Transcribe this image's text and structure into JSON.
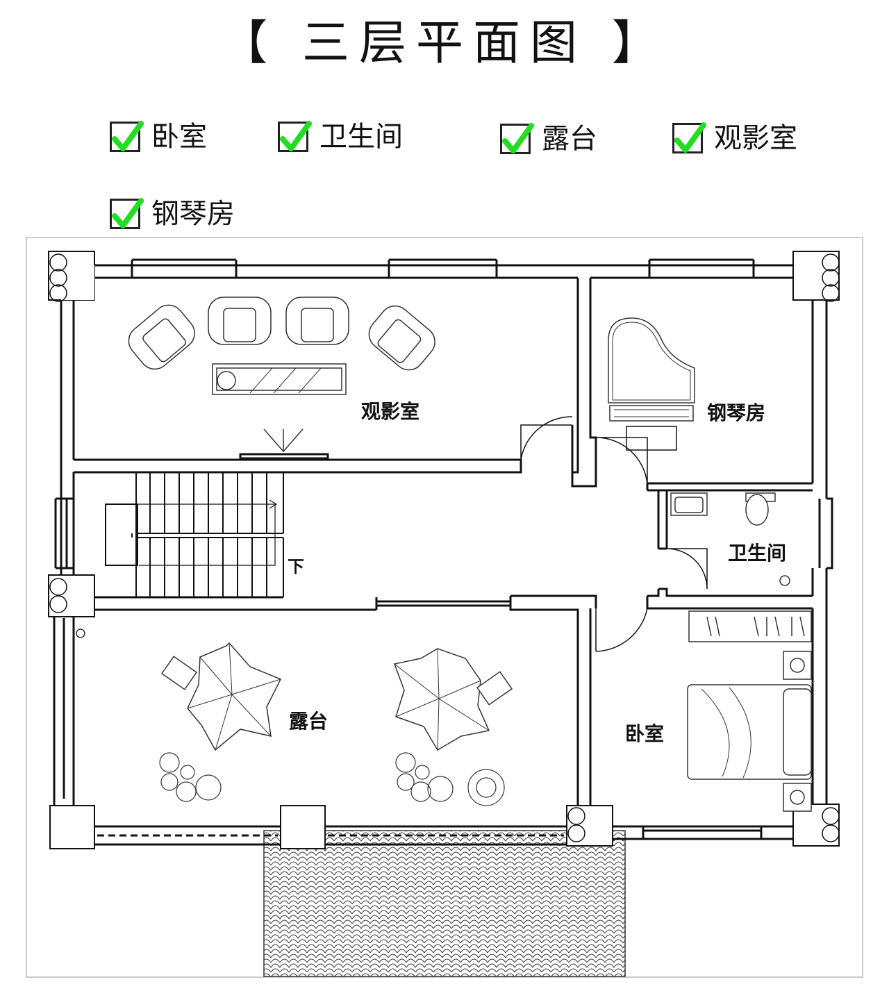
{
  "title": "【  三层平面图  】",
  "legend": [
    {
      "label": "卧室"
    },
    {
      "label": "卫生间"
    },
    {
      "label": "露台"
    },
    {
      "label": "观影室"
    },
    {
      "label": "钢琴房"
    }
  ],
  "rooms": {
    "theater": "观影室",
    "piano": "钢琴房",
    "bathroom": "卫生间",
    "terrace": "露台",
    "bedroom": "卧室",
    "stair_down": "下"
  },
  "colors": {
    "check": "#22dd22",
    "wall": "#111111",
    "frame": "#cccccc"
  }
}
